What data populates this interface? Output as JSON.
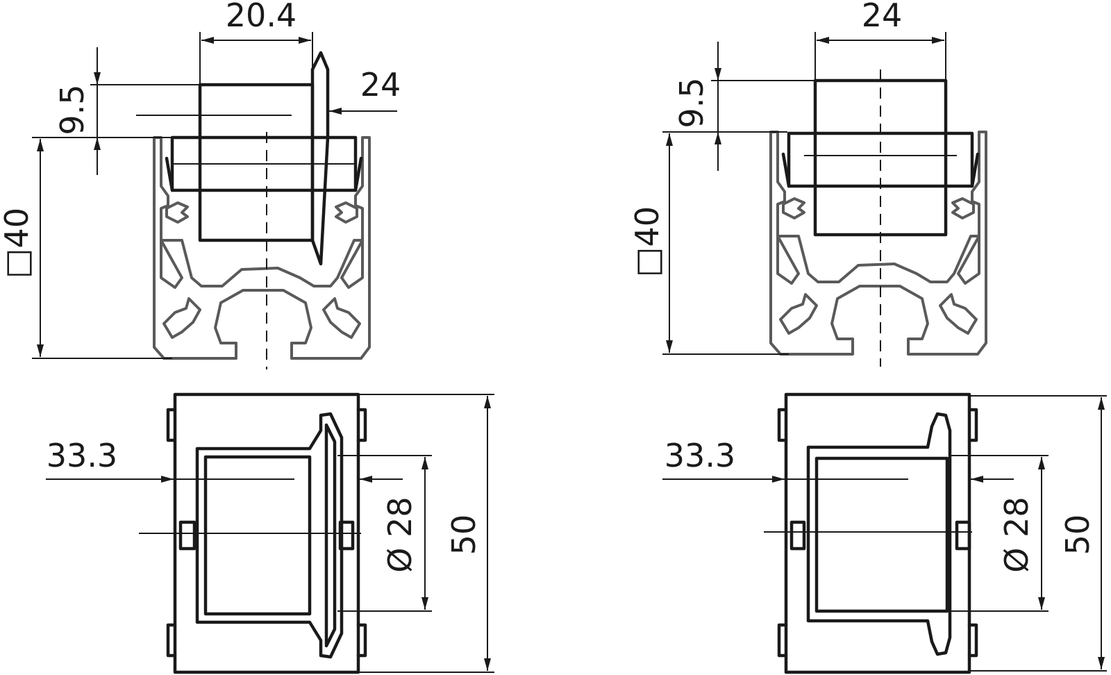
{
  "views": {
    "left": {
      "width_top": "20.4",
      "flange": "24",
      "offset": "9.5",
      "profile": "□40",
      "depth": "33.3",
      "diameter": "Ø 28",
      "height": "50"
    },
    "right": {
      "width_top": "24",
      "offset": "9.5",
      "profile": "□40",
      "depth": "33.3",
      "diameter": "Ø 28",
      "height": "50"
    }
  }
}
